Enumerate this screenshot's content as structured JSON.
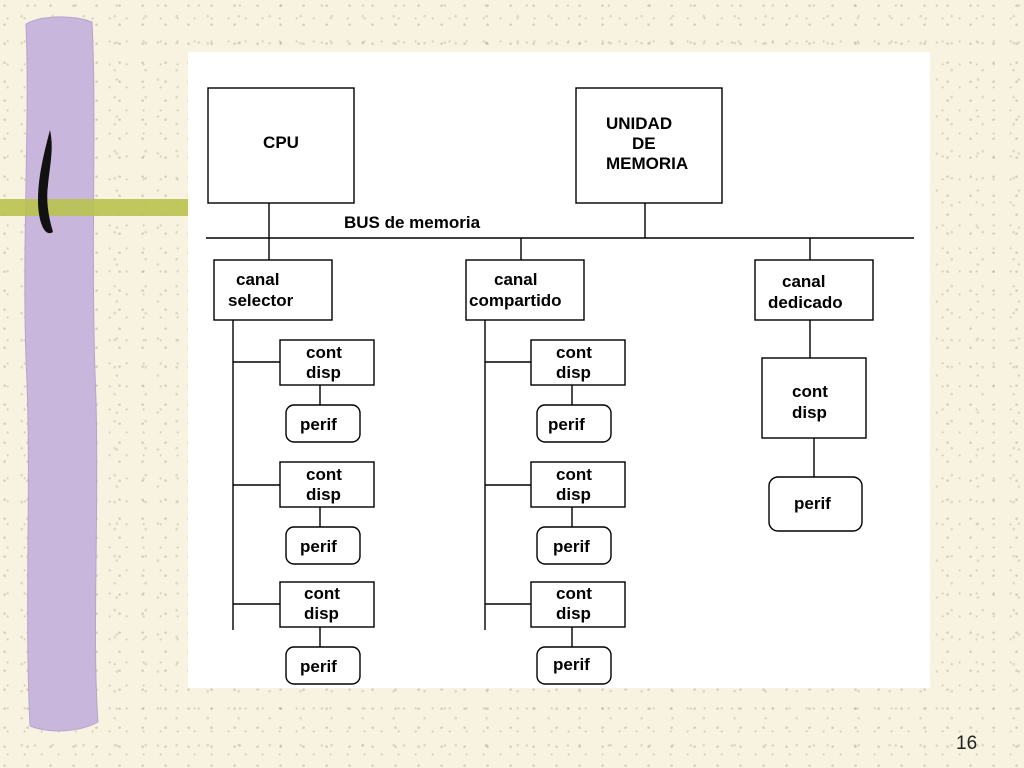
{
  "slide": {
    "page_number": "16",
    "colors": {
      "background": "#f7f3e0",
      "purple_bar": "#c9b6dc",
      "green_bar": "#b9c24e",
      "chevron": "#111111"
    }
  },
  "diagram": {
    "cpu": "CPU",
    "memory": [
      "UNIDAD",
      "DE",
      "MEMORIA"
    ],
    "bus": "BUS de memoria",
    "channels": [
      {
        "label": [
          "canal",
          "selector"
        ],
        "controllers": [
          {
            "label": [
              "cont",
              "disp"
            ],
            "peripheral": "perif"
          },
          {
            "label": [
              "cont",
              "disp"
            ],
            "peripheral": "perif"
          },
          {
            "label": [
              "cont",
              "disp"
            ],
            "peripheral": "perif"
          }
        ]
      },
      {
        "label": [
          "canal",
          "compartido"
        ],
        "controllers": [
          {
            "label": [
              "cont",
              "disp"
            ],
            "peripheral": "perif"
          },
          {
            "label": [
              "cont",
              "disp"
            ],
            "peripheral": "perif"
          },
          {
            "label": [
              "cont",
              "disp"
            ],
            "peripheral": "perif"
          }
        ]
      },
      {
        "label": [
          "canal",
          "dedicado"
        ],
        "controllers": [
          {
            "label": [
              "cont",
              "disp"
            ],
            "peripheral": "perif"
          }
        ]
      }
    ]
  }
}
